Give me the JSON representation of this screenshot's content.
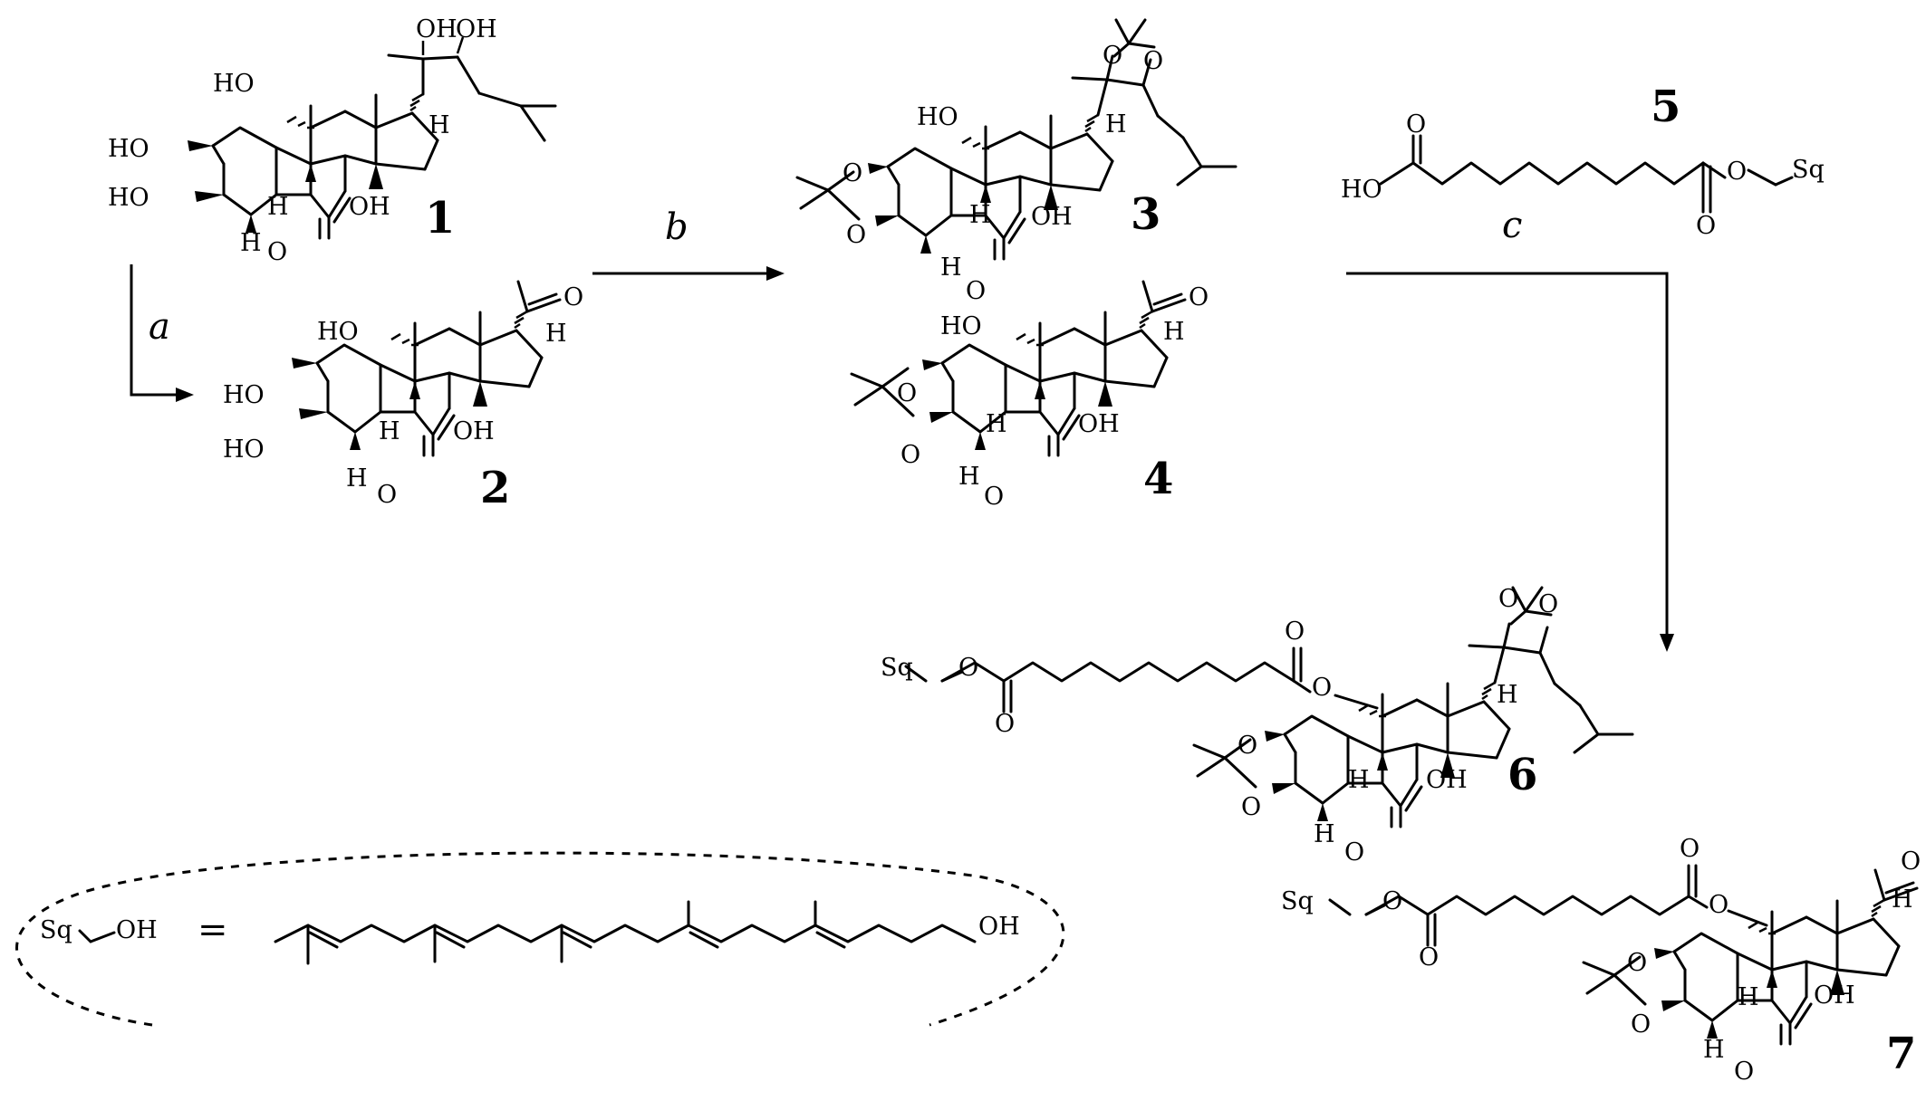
{
  "compounds": [
    {
      "id": "c1",
      "number": "1",
      "labels": {
        "ho11": "HO",
        "ho2": "HO",
        "ho3": "HO",
        "oh14": "OH",
        "h17": "H",
        "h9": "H",
        "h5": "H",
        "o6": "O",
        "oh20": "OH",
        "oh22": "OH"
      }
    },
    {
      "id": "c2",
      "number": "2",
      "labels": {
        "ho11": "HO",
        "ho2": "HO",
        "ho3": "HO",
        "oh14": "OH",
        "h17": "H",
        "h9": "H",
        "h5": "H",
        "o6": "O",
        "o20": "O"
      }
    },
    {
      "id": "c3",
      "number": "3",
      "labels": {
        "ho11": "HO",
        "oa1": "O",
        "oa2": "O",
        "oh14": "OH",
        "h17": "H",
        "h9": "H",
        "h5": "H",
        "o6": "O",
        "os1": "O",
        "os2": "O"
      }
    },
    {
      "id": "c4",
      "number": "4",
      "labels": {
        "ho11": "HO",
        "oa1": "O",
        "oa2": "O",
        "oh14": "OH",
        "h17": "H",
        "h9": "H",
        "h5": "H",
        "o6": "O",
        "o20": "O"
      }
    },
    {
      "id": "c5",
      "number": "5",
      "labels": {
        "ho": "HO",
        "o1": "O",
        "oe": "O",
        "o2": "O",
        "sq": "Sq"
      }
    },
    {
      "id": "c6",
      "number": "6",
      "labels": {
        "sq": "Sq",
        "oe1": "O",
        "oc1": "O",
        "oc2": "O",
        "oe2": "O",
        "oa1": "O",
        "oa2": "O",
        "oh14": "OH",
        "h17": "H",
        "h9": "H",
        "h5": "H",
        "o6": "O",
        "os1": "O",
        "os2": "O"
      }
    },
    {
      "id": "c7",
      "number": "7",
      "labels": {
        "sq": "Sq",
        "oe1": "O",
        "oc1": "O",
        "oc2": "O",
        "oe2": "O",
        "oa1": "O",
        "oa2": "O",
        "oh14": "OH",
        "h17": "H",
        "h9": "H",
        "h5": "H",
        "o6": "O",
        "o20": "O"
      }
    }
  ],
  "reagents": {
    "a": "a",
    "b": "b",
    "c": "c"
  },
  "legend": {
    "sq": "Sq",
    "oh": "OH",
    "equals": "=",
    "oh_chain": "OH"
  }
}
